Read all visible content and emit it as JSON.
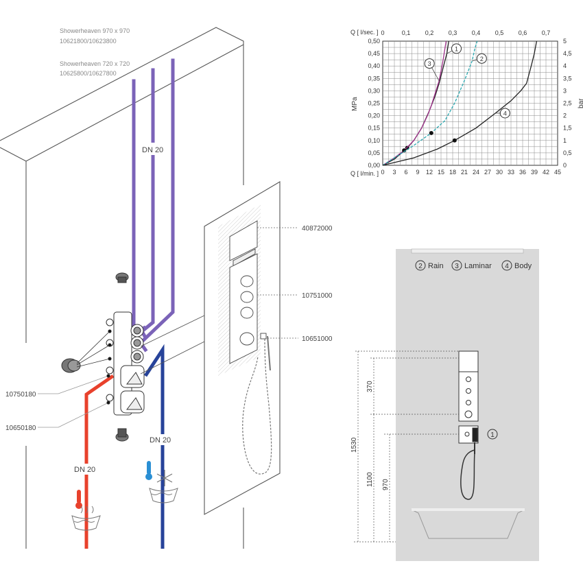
{
  "header": {
    "line1": "Showerheaven 970 x 970",
    "line2": "10621800/10623800",
    "line3": "Showerheaven 720 x 720",
    "line4": "10625800/10627800"
  },
  "pipes": {
    "dn_vertical": "DN 20",
    "dn_cold": "DN 20",
    "dn_hot": "DN 20"
  },
  "parts": {
    "p40872000": "40872000",
    "p10751000": "10751000",
    "p10651000": "10651000",
    "p10750180": "10750180",
    "p10650180": "10650180"
  },
  "colors": {
    "purple": "#7b63b8",
    "red": "#e8412c",
    "blue": "#27439a",
    "panel": "#d9d9d9"
  },
  "chart_data": {
    "type": "line",
    "title": "",
    "ylabel": "MPa",
    "ylabel_right": "bar",
    "x_top_label": "Q [ l/sec. ]",
    "x_bottom_label": "Q [ l/min. ]",
    "x_top_ticks": [
      "0",
      "0,1",
      "0,2",
      "0,3",
      "0,4",
      "0,5",
      "0,6",
      "0,7"
    ],
    "x_bottom_ticks": [
      "0",
      "3",
      "6",
      "9",
      "12",
      "15",
      "18",
      "21",
      "24",
      "27",
      "30",
      "33",
      "36",
      "39",
      "42",
      "45"
    ],
    "y_left_ticks": [
      "0,00",
      "0,05",
      "0,10",
      "0,15",
      "0,20",
      "0,25",
      "0,30",
      "0,35",
      "0,40",
      "0,45",
      "0,50"
    ],
    "y_right_ticks": [
      "0",
      "0,5",
      "1",
      "1,5",
      "2",
      "2,5",
      "3",
      "3,5",
      "4",
      "4,5",
      "5"
    ],
    "xlim": [
      0,
      45
    ],
    "ylim": [
      0,
      0.5
    ],
    "grid": true,
    "series": [
      {
        "name": "1",
        "color": "#222222",
        "dash": false,
        "x": [
          0,
          3,
          6,
          8,
          10,
          12,
          13.5,
          14.5,
          15.5,
          16.5,
          17
        ],
        "y": [
          0,
          0.025,
          0.065,
          0.1,
          0.15,
          0.22,
          0.28,
          0.33,
          0.39,
          0.45,
          0.5
        ],
        "marker": [
          6.3,
          0.07
        ]
      },
      {
        "name": "3",
        "color": "#a0328c",
        "dash": false,
        "x": [
          0,
          3,
          5.5,
          8,
          10,
          11.5,
          12.5,
          13.5,
          14.5,
          15.5,
          16.3
        ],
        "y": [
          0,
          0.03,
          0.06,
          0.1,
          0.15,
          0.2,
          0.24,
          0.29,
          0.34,
          0.42,
          0.5
        ],
        "marker": [
          5.5,
          0.06
        ]
      },
      {
        "name": "2",
        "color": "#2aa8b0",
        "dash": true,
        "x": [
          0,
          4,
          8,
          12.5,
          16,
          18.5,
          21,
          22,
          23,
          23.7,
          24.3
        ],
        "y": [
          0,
          0.04,
          0.08,
          0.13,
          0.18,
          0.25,
          0.34,
          0.38,
          0.42,
          0.47,
          0.5
        ],
        "marker": [
          12.5,
          0.13
        ]
      },
      {
        "name": "4",
        "color": "#222222",
        "dash": false,
        "x": [
          0,
          8,
          14,
          18.5,
          24,
          29,
          33,
          35.5,
          37,
          38.2,
          39,
          39.6
        ],
        "y": [
          0,
          0.03,
          0.065,
          0.1,
          0.15,
          0.21,
          0.26,
          0.3,
          0.33,
          0.4,
          0.45,
          0.5
        ],
        "marker": [
          18.5,
          0.1
        ]
      }
    ]
  },
  "legend": {
    "rain": "Rain",
    "laminar": "Laminar",
    "body": "Body",
    "n2": "2",
    "n3": "3",
    "n4": "4",
    "n1": "1"
  },
  "dims": {
    "d370": "370",
    "d1530": "1530",
    "d1100": "1100",
    "d970": "970"
  }
}
